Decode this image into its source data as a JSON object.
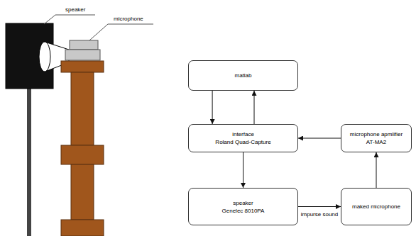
{
  "diagram": {
    "nodes": [
      {
        "text": [
          "matlab"
        ]
      },
      {
        "text": [
          "interface",
          "Roland Quad-Capture"
        ]
      },
      {
        "text": [
          "microphone apmlifier",
          "AT-MA2"
        ]
      },
      {
        "text": [
          "speaker",
          "Genelec 8010PA"
        ]
      },
      {
        "text": [
          "maked microphone"
        ]
      }
    ],
    "edges": [
      {
        "from": 0,
        "to": 1,
        "arrow": "to"
      },
      {
        "from": 1,
        "to": 0,
        "arrow": "to"
      },
      {
        "from": 2,
        "to": 1,
        "arrow": "to"
      },
      {
        "from": 1,
        "to": 3,
        "arrow": "to"
      },
      {
        "from": 3,
        "to": 4,
        "arrow": "to",
        "label": "impurse sound"
      },
      {
        "from": 4,
        "to": 2,
        "arrow": "to"
      }
    ],
    "labels": [
      "speaker",
      "microphone"
    ]
  }
}
